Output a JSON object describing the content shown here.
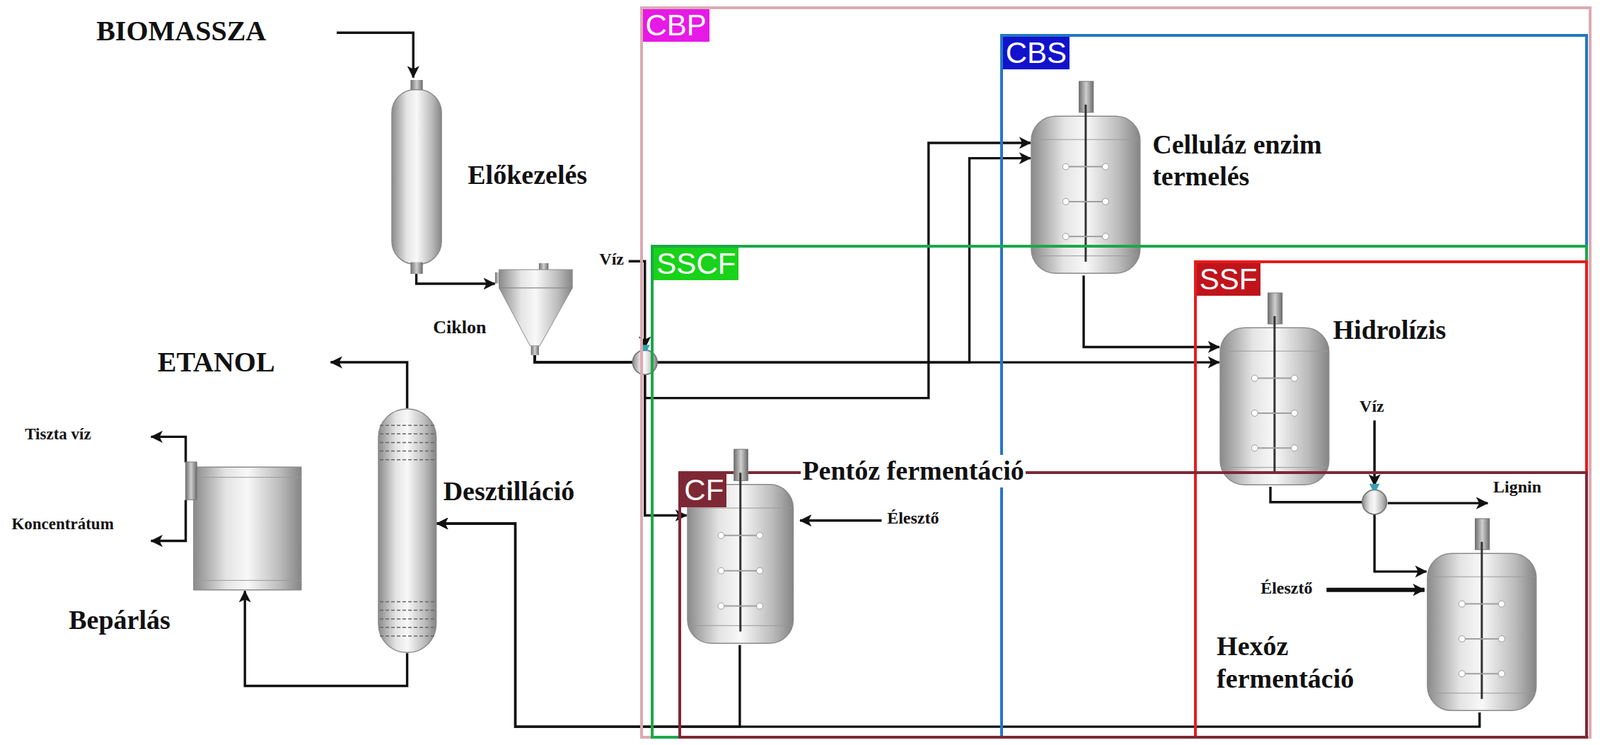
{
  "diagram": {
    "nodes": [
      {
        "text": [
          "Előkezelés"
        ]
      },
      {
        "text": [
          "Ciklon"
        ]
      },
      {
        "text": [
          "CBP"
        ]
      },
      {
        "text": [
          "CBS"
        ],
        "in": 2
      },
      {
        "text": [
          "Celluláz enzim termelés"
        ],
        "in": 3
      },
      {
        "text": [
          "SSCF"
        ],
        "in": 2
      },
      {
        "text": [
          "SSF"
        ],
        "in": 5
      },
      {
        "text": [
          "Hidrolízis"
        ],
        "in": 6
      },
      {
        "text": [
          "Hexóz fermentáció"
        ],
        "in": 6
      },
      {
        "text": [
          "CF"
        ],
        "in": 5
      },
      {
        "text": [
          "Pentóz fermentáció"
        ],
        "in": 9
      },
      {
        "text": [
          "Desztilláció"
        ]
      },
      {
        "text": [
          "Bepárlás"
        ]
      }
    ],
    "edges": [
      {
        "from": 0,
        "to": 1,
        "arrow": "to"
      },
      {
        "from": 1,
        "to": 7,
        "arrow": "to"
      },
      {
        "from": 1,
        "to": 4,
        "arrow": "to"
      },
      {
        "from": 1,
        "to": 4,
        "arrow": "to"
      },
      {
        "from": 1,
        "to": 10,
        "arrow": "to"
      },
      {
        "from": 4,
        "to": 7,
        "arrow": "to"
      },
      {
        "from": 7,
        "to": 8,
        "arrow": "to"
      },
      {
        "from": 8,
        "to": 11,
        "arrow": "to"
      },
      {
        "from": 10,
        "to": 11,
        "arrow": "to"
      },
      {
        "from": 11,
        "to": 12,
        "arrow": "to"
      }
    ],
    "labels": [
      "BIOMASSZA",
      "Víz",
      "ETANOL",
      "Tiszta víz",
      "Víz",
      "Lignin",
      "Koncentrátum",
      "Élesztő",
      "Élesztő"
    ]
  }
}
